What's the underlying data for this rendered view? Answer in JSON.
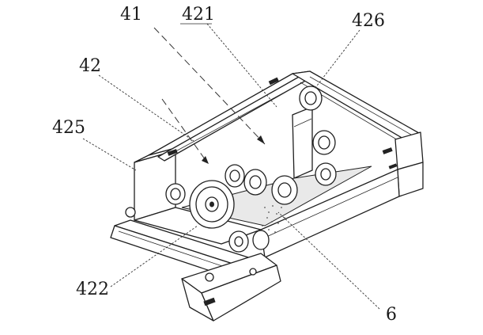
{
  "figure": {
    "labels": {
      "l41": "41",
      "l421": "421",
      "l426": "426",
      "l42": "42",
      "l425": "425",
      "l422": "422",
      "l6": "6"
    }
  },
  "colors": {
    "ink": "#1f1f1f",
    "background": "#ffffff"
  }
}
